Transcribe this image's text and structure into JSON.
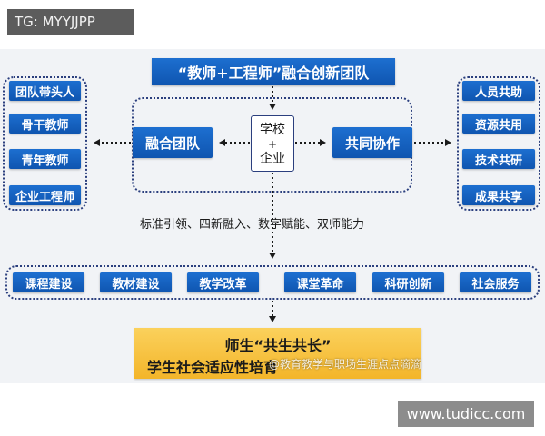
{
  "tag_label": "TG: MYYJJPP",
  "site_label": "www.tudicc.com",
  "title": "“教师+工程师”融合创新团队",
  "center": {
    "line1": "学校",
    "plus": "+",
    "line2": "企业"
  },
  "left_hub": "融合团队",
  "right_hub": "共同协作",
  "left_items": [
    "团队带头人",
    "骨干教师",
    "青年教师",
    "企业工程师"
  ],
  "right_items": [
    "人员共助",
    "资源共用",
    "技术共研",
    "成果共享"
  ],
  "middle_text": "标准引领、四新融入、数字赋能、双师能力",
  "row_items": [
    "课程建设",
    "教材建设",
    "教学改革",
    "课堂革命",
    "科研创新",
    "社会服务"
  ],
  "bottom": {
    "line1": "师生“共生共长”",
    "line2": "学生社会适应性培育"
  },
  "watermark": "@教育教学与职场生涯点点滴滴",
  "colors": {
    "blue": "#1565c0",
    "yellow": "#f7c23d",
    "navy": "#2b3f7e"
  }
}
